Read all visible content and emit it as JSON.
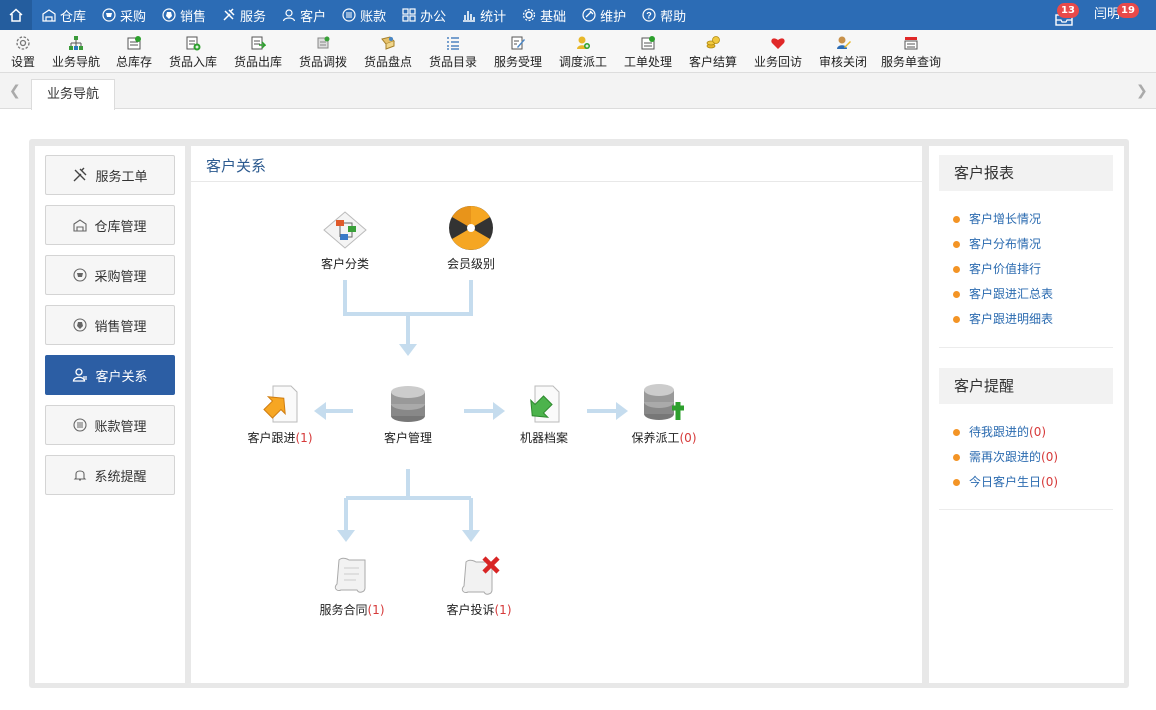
{
  "topnav": [
    {
      "label": "仓库",
      "icon": "warehouse-icon"
    },
    {
      "label": "采购",
      "icon": "purchase-icon"
    },
    {
      "label": "销售",
      "icon": "sales-icon"
    },
    {
      "label": "服务",
      "icon": "service-icon"
    },
    {
      "label": "客户",
      "icon": "customer-icon"
    },
    {
      "label": "账款",
      "icon": "account-icon"
    },
    {
      "label": "办公",
      "icon": "office-icon"
    },
    {
      "label": "统计",
      "icon": "stats-icon"
    },
    {
      "label": "基础",
      "icon": "gear-icon"
    },
    {
      "label": "维护",
      "icon": "maintain-icon"
    },
    {
      "label": "帮助",
      "icon": "help-icon"
    }
  ],
  "header": {
    "message_count": "13",
    "user_name": "闫明",
    "user_badge": "19"
  },
  "toolbar": [
    {
      "label": "设置",
      "icon": "gear-icon"
    },
    {
      "label": "业务导航",
      "icon": "sitemap-icon"
    },
    {
      "label": "总库存",
      "icon": "inventory-icon"
    },
    {
      "label": "货品入库",
      "icon": "stock-in-icon"
    },
    {
      "label": "货品出库",
      "icon": "stock-out-icon"
    },
    {
      "label": "货品调拨",
      "icon": "transfer-icon"
    },
    {
      "label": "货品盘点",
      "icon": "stocktake-icon"
    },
    {
      "label": "货品目录",
      "icon": "catalog-icon"
    },
    {
      "label": "服务受理",
      "icon": "service-accept-icon"
    },
    {
      "label": "调度派工",
      "icon": "dispatch-icon"
    },
    {
      "label": "工单处理",
      "icon": "workorder-icon"
    },
    {
      "label": "客户结算",
      "icon": "coins-icon"
    },
    {
      "label": "业务回访",
      "icon": "heart-icon"
    },
    {
      "label": "审核关闭",
      "icon": "review-icon"
    },
    {
      "label": "服务单查询",
      "icon": "query-icon"
    }
  ],
  "tabs": {
    "active": "业务导航"
  },
  "leftmenu": [
    {
      "label": "服务工单",
      "icon": "tools-icon"
    },
    {
      "label": "仓库管理",
      "icon": "warehouse-icon"
    },
    {
      "label": "采购管理",
      "icon": "cart-icon"
    },
    {
      "label": "销售管理",
      "icon": "tag-icon"
    },
    {
      "label": "客户关系",
      "icon": "user-icon"
    },
    {
      "label": "账款管理",
      "icon": "money-icon"
    },
    {
      "label": "系统提醒",
      "icon": "bell-icon"
    }
  ],
  "center": {
    "title": "客户关系",
    "nodes": {
      "category": {
        "label": "客户分类"
      },
      "member_level": {
        "label": "会员级别"
      },
      "followup": {
        "label": "客户跟进",
        "count": "(1)"
      },
      "manage": {
        "label": "客户管理"
      },
      "machine": {
        "label": "机器档案"
      },
      "maintain": {
        "label": "保养派工",
        "count": "(0)"
      },
      "contract": {
        "label": "服务合同",
        "count": "(1)"
      },
      "complaint": {
        "label": "客户投诉",
        "count": "(1)"
      }
    }
  },
  "reports": {
    "title": "客户报表",
    "items": [
      "客户增长情况",
      "客户分布情况",
      "客户价值排行",
      "客户跟进汇总表",
      "客户跟进明细表"
    ]
  },
  "reminders": {
    "title": "客户提醒",
    "items": [
      {
        "label": "待我跟进的",
        "count": "(0)"
      },
      {
        "label": "需再次跟进的",
        "count": "(0)"
      },
      {
        "label": "今日客户生日",
        "count": "(0)"
      }
    ]
  },
  "colors": {
    "primary": "#2c6cb5",
    "active_menu": "#2c5ea4",
    "badge": "#e84a4a",
    "flow_line": "#c5dcee",
    "link": "#2b6bb0",
    "bullet": "#f39425"
  }
}
